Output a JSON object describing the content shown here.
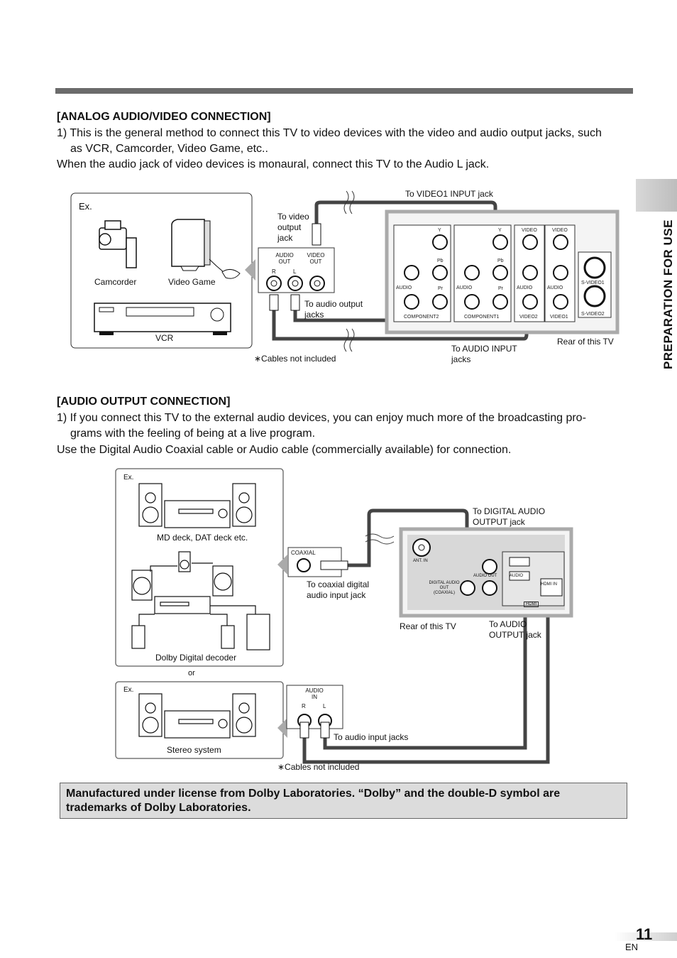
{
  "side_tab": "PREPARATION FOR USE",
  "analog": {
    "title": "[ANALOG AUDIO/VIDEO CONNECTION]",
    "line1": "1) This is the general method to connect this TV to video devices with the video and audio output jacks, such",
    "line2": "as VCR, Camcorder, Video Game, etc..",
    "line3": "When the audio jack of video devices is monaural, connect this TV to the Audio L jack.",
    "ex": "Ex.",
    "camcorder": "Camcorder",
    "video_game": "Video Game",
    "vcr": "VCR",
    "to_video_output_jack": "To video output jack",
    "audio_out": "AUDIO OUT",
    "video_out": "VIDEO OUT",
    "r": "R",
    "l": "L",
    "to_audio_output_jacks": "To audio output jacks",
    "cables_not_included": "∗Cables not included",
    "to_video1_input_jack": "To VIDEO1 INPUT jack",
    "to_audio_input_jacks": "To AUDIO INPUT jacks",
    "rear_of_this_tv": "Rear of this TV",
    "panel": {
      "y": "Y",
      "pb": "Pb",
      "pr": "Pr",
      "audio": "AUDIO",
      "video": "VIDEO",
      "component2": "COMPONENT2",
      "component1": "COMPONENT1",
      "video2": "VIDEO2",
      "video1": "VIDEO1",
      "svideo1": "S-VIDEO1",
      "svideo2": "S-VIDEO2"
    }
  },
  "audio_out_section": {
    "title": "[AUDIO OUTPUT CONNECTION]",
    "line1": "1) If you connect this TV to the external audio devices, you can enjoy much more of the broadcasting pro-",
    "line2": "grams with the feeling of being at a live program.",
    "line3": "Use the Digital Audio Coaxial cable or Audio cable (commercially available) for connection.",
    "ex": "Ex.",
    "md_deck": "MD deck, DAT deck etc.",
    "dolby_decoder": "Dolby Digital decoder",
    "or": "or",
    "stereo_system": "Stereo system",
    "coaxial": "COAXIAL",
    "to_coaxial_digital": "To coaxial digital audio input jack",
    "to_digital_audio_output": "To DIGITAL AUDIO OUTPUT jack",
    "rear_of_this_tv": "Rear of this TV",
    "to_audio_output_jack": "To AUDIO OUTPUT jack",
    "audio_in": "AUDIO IN",
    "to_audio_input_jacks": "To audio input jacks",
    "cables_not_included": "∗Cables not included",
    "ant_in": "ANT. IN",
    "digital_audio_out": "DIGITAL AUDIO OUT (COAXIAL)",
    "audio_out_label": "AUDIO OUT",
    "audio": "AUDIO",
    "hdmi_in": "HDMI IN",
    "hdmi": "HDMI"
  },
  "notice": "Manufactured under license from Dolby Laboratories. “Dolby” and the double-D symbol are trademarks of Dolby Laboratories.",
  "page_number": "11",
  "lang": "EN"
}
